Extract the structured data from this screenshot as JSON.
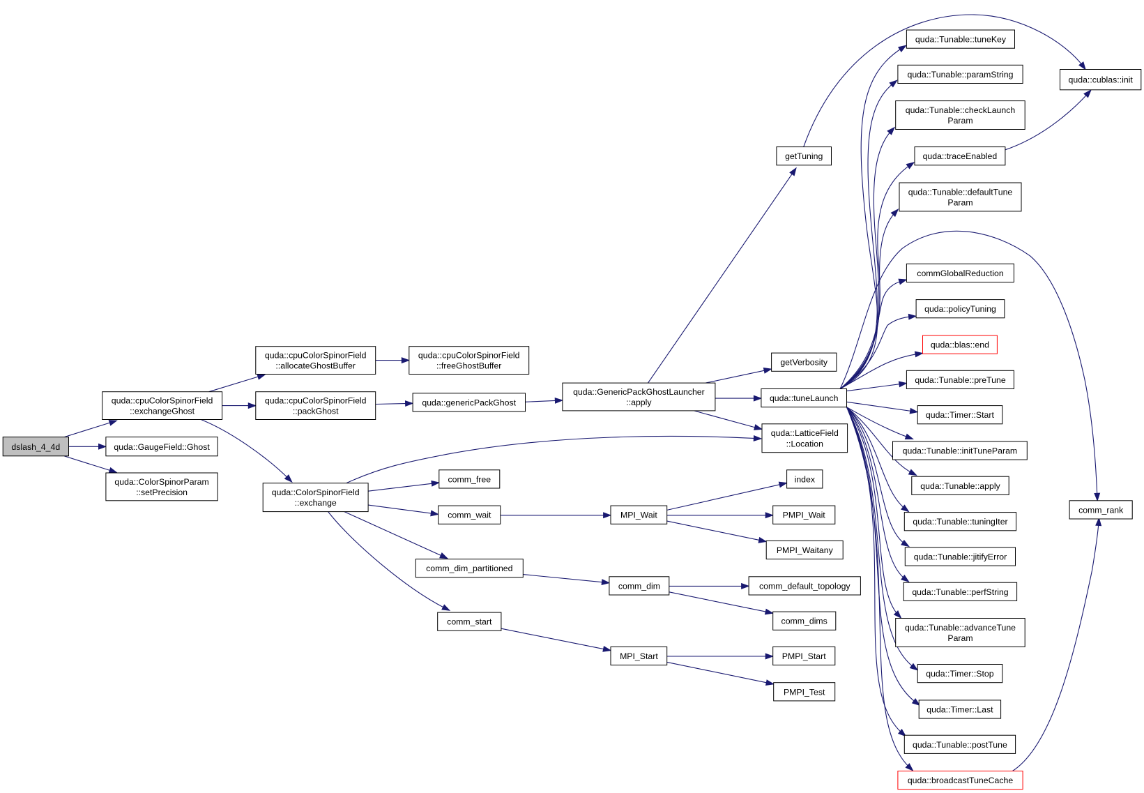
{
  "colors": {
    "edge": "#191970",
    "node_border": "#000000",
    "root_fill": "#bfbfbf",
    "highlight_border": "#ff0000"
  },
  "nodes": {
    "dslash": {
      "lines": [
        "dslash_4_4d"
      ],
      "style": "root"
    },
    "exchangeGhost": {
      "lines": [
        "quda::cpuColorSpinorField",
        "::exchangeGhost"
      ]
    },
    "gaugeGhost": {
      "lines": [
        "quda::GaugeField::Ghost"
      ]
    },
    "setPrecision": {
      "lines": [
        "quda::ColorSpinorParam",
        "::setPrecision"
      ]
    },
    "allocateGhostBuffer": {
      "lines": [
        "quda::cpuColorSpinorField",
        "::allocateGhostBuffer"
      ]
    },
    "freeGhostBuffer": {
      "lines": [
        "quda::cpuColorSpinorField",
        "::freeGhostBuffer"
      ]
    },
    "packGhost": {
      "lines": [
        "quda::cpuColorSpinorField",
        "::packGhost"
      ]
    },
    "genericPackGhost": {
      "lines": [
        "quda::genericPackGhost"
      ]
    },
    "launcherApply": {
      "lines": [
        "quda::GenericPackGhostLauncher",
        "::apply"
      ]
    },
    "getTuning": {
      "lines": [
        "getTuning"
      ]
    },
    "getVerbosity": {
      "lines": [
        "getVerbosity"
      ]
    },
    "tuneLaunch": {
      "lines": [
        "quda::tuneLaunch"
      ]
    },
    "location": {
      "lines": [
        "quda::LatticeField",
        "::Location"
      ]
    },
    "exchange": {
      "lines": [
        "quda::ColorSpinorField",
        "::exchange"
      ]
    },
    "commFree": {
      "lines": [
        "comm_free"
      ]
    },
    "commWait": {
      "lines": [
        "comm_wait"
      ]
    },
    "commDimPartitioned": {
      "lines": [
        "comm_dim_partitioned"
      ]
    },
    "commStart": {
      "lines": [
        "comm_start"
      ]
    },
    "mpiWait": {
      "lines": [
        "MPI_Wait"
      ]
    },
    "index": {
      "lines": [
        "index"
      ]
    },
    "pmpiWait": {
      "lines": [
        "PMPI_Wait"
      ]
    },
    "pmpiWaitany": {
      "lines": [
        "PMPI_Waitany"
      ]
    },
    "commDim": {
      "lines": [
        "comm_dim"
      ]
    },
    "commDefaultTopology": {
      "lines": [
        "comm_default_topology"
      ]
    },
    "commDims": {
      "lines": [
        "comm_dims"
      ]
    },
    "mpiStart": {
      "lines": [
        "MPI_Start"
      ]
    },
    "pmpiStart": {
      "lines": [
        "PMPI_Start"
      ]
    },
    "pmpiTest": {
      "lines": [
        "PMPI_Test"
      ]
    },
    "tuneKey": {
      "lines": [
        "quda::Tunable::tuneKey"
      ]
    },
    "paramString": {
      "lines": [
        "quda::Tunable::paramString"
      ]
    },
    "checkLaunchParam": {
      "lines": [
        "quda::Tunable::checkLaunch",
        "Param"
      ]
    },
    "traceEnabled": {
      "lines": [
        "quda::traceEnabled"
      ]
    },
    "defaultTuneParam": {
      "lines": [
        "quda::Tunable::defaultTune",
        "Param"
      ]
    },
    "commGlobalReduction": {
      "lines": [
        "commGlobalReduction"
      ]
    },
    "policyTuning": {
      "lines": [
        "quda::policyTuning"
      ]
    },
    "blasEnd": {
      "lines": [
        "quda::blas::end"
      ],
      "style": "red"
    },
    "preTune": {
      "lines": [
        "quda::Tunable::preTune"
      ]
    },
    "timerStart": {
      "lines": [
        "quda::Timer::Start"
      ]
    },
    "initTuneParam": {
      "lines": [
        "quda::Tunable::initTuneParam"
      ]
    },
    "tunableApply": {
      "lines": [
        "quda::Tunable::apply"
      ]
    },
    "tuningIter": {
      "lines": [
        "quda::Tunable::tuningIter"
      ]
    },
    "jitifyError": {
      "lines": [
        "quda::Tunable::jitifyError"
      ]
    },
    "perfString": {
      "lines": [
        "quda::Tunable::perfString"
      ]
    },
    "advanceTuneParam": {
      "lines": [
        "quda::Tunable::advanceTune",
        "Param"
      ]
    },
    "timerStop": {
      "lines": [
        "quda::Timer::Stop"
      ]
    },
    "timerLast": {
      "lines": [
        "quda::Timer::Last"
      ]
    },
    "postTune": {
      "lines": [
        "quda::Tunable::postTune"
      ]
    },
    "broadcastTuneCache": {
      "lines": [
        "quda::broadcastTuneCache"
      ],
      "style": "red"
    },
    "cublasInit": {
      "lines": [
        "quda::cublas::init"
      ]
    },
    "commRank": {
      "lines": [
        "comm_rank"
      ]
    }
  },
  "edges": [
    [
      "dslash",
      "exchangeGhost"
    ],
    [
      "dslash",
      "gaugeGhost"
    ],
    [
      "dslash",
      "setPrecision"
    ],
    [
      "exchangeGhost",
      "allocateGhostBuffer"
    ],
    [
      "exchangeGhost",
      "packGhost"
    ],
    [
      "exchangeGhost",
      "exchange"
    ],
    [
      "allocateGhostBuffer",
      "freeGhostBuffer"
    ],
    [
      "packGhost",
      "genericPackGhost"
    ],
    [
      "genericPackGhost",
      "launcherApply"
    ],
    [
      "launcherApply",
      "getTuning"
    ],
    [
      "launcherApply",
      "getVerbosity"
    ],
    [
      "launcherApply",
      "tuneLaunch"
    ],
    [
      "launcherApply",
      "location"
    ],
    [
      "getTuning",
      "cublasInit"
    ],
    [
      "exchange",
      "location"
    ],
    [
      "exchange",
      "commFree"
    ],
    [
      "exchange",
      "commWait"
    ],
    [
      "exchange",
      "commDimPartitioned"
    ],
    [
      "exchange",
      "commStart"
    ],
    [
      "commWait",
      "mpiWait"
    ],
    [
      "mpiWait",
      "index"
    ],
    [
      "mpiWait",
      "pmpiWait"
    ],
    [
      "mpiWait",
      "pmpiWaitany"
    ],
    [
      "commDimPartitioned",
      "commDim"
    ],
    [
      "commDim",
      "commDefaultTopology"
    ],
    [
      "commDim",
      "commDims"
    ],
    [
      "commStart",
      "mpiStart"
    ],
    [
      "mpiStart",
      "pmpiStart"
    ],
    [
      "mpiStart",
      "pmpiTest"
    ],
    [
      "tuneLaunch",
      "tuneKey"
    ],
    [
      "tuneLaunch",
      "paramString"
    ],
    [
      "tuneLaunch",
      "checkLaunchParam"
    ],
    [
      "tuneLaunch",
      "traceEnabled"
    ],
    [
      "tuneLaunch",
      "defaultTuneParam"
    ],
    [
      "tuneLaunch",
      "commGlobalReduction"
    ],
    [
      "tuneLaunch",
      "policyTuning"
    ],
    [
      "tuneLaunch",
      "blasEnd"
    ],
    [
      "tuneLaunch",
      "preTune"
    ],
    [
      "tuneLaunch",
      "timerStart"
    ],
    [
      "tuneLaunch",
      "initTuneParam"
    ],
    [
      "tuneLaunch",
      "tunableApply"
    ],
    [
      "tuneLaunch",
      "tuningIter"
    ],
    [
      "tuneLaunch",
      "jitifyError"
    ],
    [
      "tuneLaunch",
      "perfString"
    ],
    [
      "tuneLaunch",
      "advanceTuneParam"
    ],
    [
      "tuneLaunch",
      "timerStop"
    ],
    [
      "tuneLaunch",
      "timerLast"
    ],
    [
      "tuneLaunch",
      "postTune"
    ],
    [
      "tuneLaunch",
      "broadcastTuneCache"
    ],
    [
      "tuneLaunch",
      "commRank"
    ],
    [
      "traceEnabled",
      "cublasInit"
    ],
    [
      "broadcastTuneCache",
      "commRank"
    ]
  ]
}
